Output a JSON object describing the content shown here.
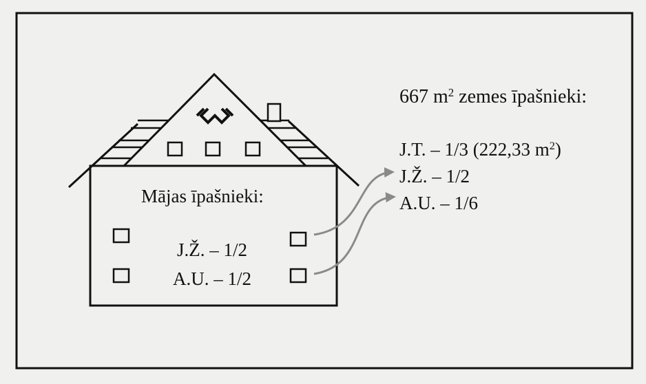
{
  "colors": {
    "background": "#f0f0ee",
    "ink": "#111111",
    "arrow": "#8a8a8a"
  },
  "icons": {
    "roof_ornament": "lielvarde-knot-ornament-icon",
    "chimney": "chimney-icon"
  },
  "house": {
    "title": "Mājas īpašnieki:",
    "owners": [
      {
        "text": "J.Ž. – 1/2"
      },
      {
        "text": "A.U. – 1/2"
      }
    ]
  },
  "land": {
    "title_prefix": "667 m",
    "title_sup": "2",
    "title_suffix": " zemes īpašnieki:",
    "owners": [
      {
        "prefix": "J.T. – 1/3 (222,33 m",
        "sup": "2",
        "suffix": ")"
      },
      {
        "prefix": "J.Ž. – 1/2",
        "sup": "",
        "suffix": ""
      },
      {
        "prefix": "A.U. – 1/6",
        "sup": "",
        "suffix": ""
      }
    ]
  }
}
